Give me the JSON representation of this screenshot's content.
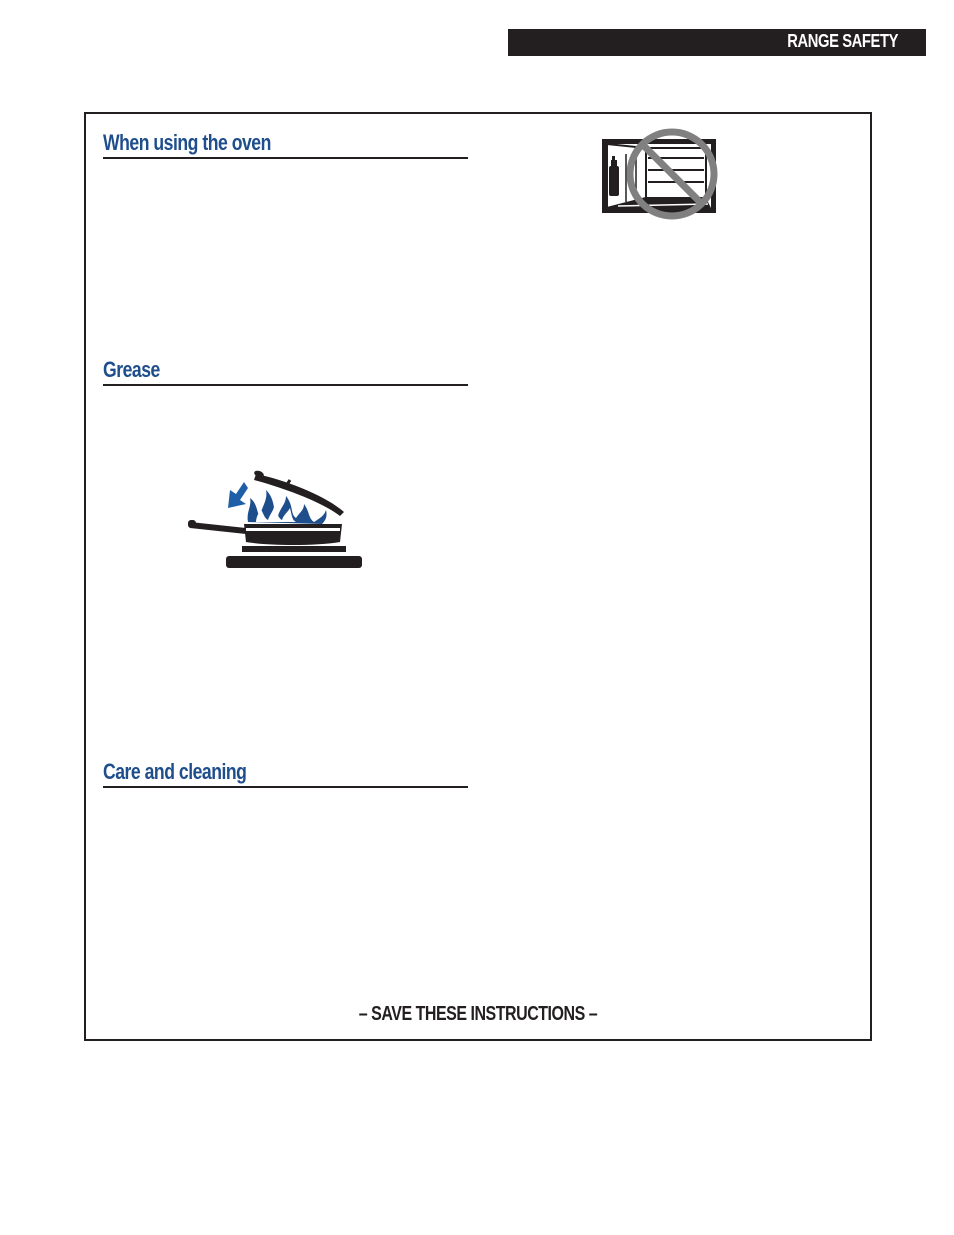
{
  "header": {
    "title": "RANGE SAFETY"
  },
  "sections": [
    {
      "heading": "When using the oven"
    },
    {
      "heading": "Grease"
    },
    {
      "heading": "Care and cleaning"
    }
  ],
  "illustrations": {
    "oven": {
      "icon": "no-aerosol-in-oven-icon"
    },
    "grease": {
      "icon": "covered-pan-fire-icon"
    }
  },
  "footer": {
    "text": "– SAVE THESE INSTRUCTIONS –"
  },
  "colors": {
    "heading": "#1f4e8c",
    "header_bar": "#231f20",
    "prohibition": "#808080"
  }
}
